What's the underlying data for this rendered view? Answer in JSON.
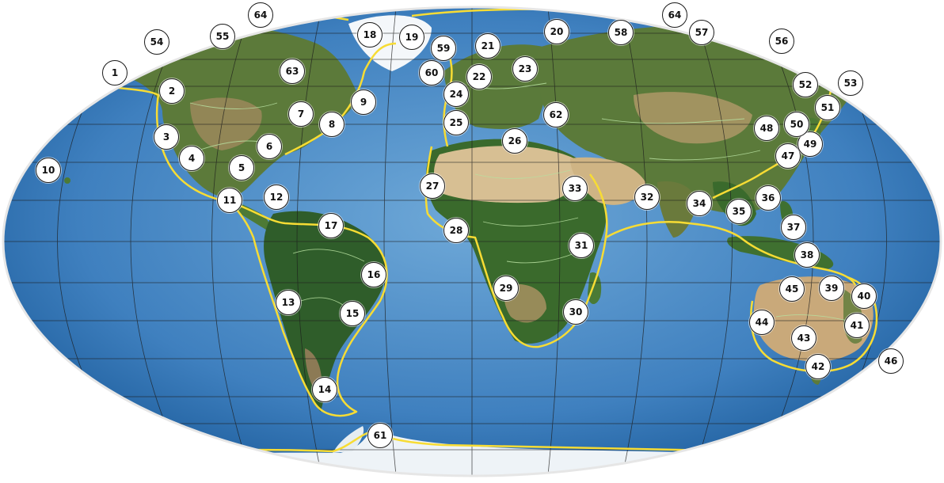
{
  "colors": {
    "ocean_light": "#6fa9d8",
    "ocean_deep": "#1f5f9e",
    "land_green": "#3e6b2e",
    "land_desert": "#c9b084",
    "ice": "#eef3f7",
    "boundary_yellow": "#f7dc34",
    "graticule": "#1c1c1c",
    "marker_fill": "#ffffff",
    "marker_border": "#1a1a1a"
  },
  "markers": [
    {
      "label": "1"
    },
    {
      "label": "2"
    },
    {
      "label": "3"
    },
    {
      "label": "4"
    },
    {
      "label": "5"
    },
    {
      "label": "6"
    },
    {
      "label": "7"
    },
    {
      "label": "8"
    },
    {
      "label": "9"
    },
    {
      "label": "10"
    },
    {
      "label": "11"
    },
    {
      "label": "12"
    },
    {
      "label": "13"
    },
    {
      "label": "14"
    },
    {
      "label": "15"
    },
    {
      "label": "16"
    },
    {
      "label": "17"
    },
    {
      "label": "18"
    },
    {
      "label": "19"
    },
    {
      "label": "20"
    },
    {
      "label": "21"
    },
    {
      "label": "22"
    },
    {
      "label": "23"
    },
    {
      "label": "24"
    },
    {
      "label": "25"
    },
    {
      "label": "26"
    },
    {
      "label": "27"
    },
    {
      "label": "28"
    },
    {
      "label": "29"
    },
    {
      "label": "30"
    },
    {
      "label": "31"
    },
    {
      "label": "32"
    },
    {
      "label": "33"
    },
    {
      "label": "34"
    },
    {
      "label": "35"
    },
    {
      "label": "36"
    },
    {
      "label": "37"
    },
    {
      "label": "38"
    },
    {
      "label": "39"
    },
    {
      "label": "40"
    },
    {
      "label": "41"
    },
    {
      "label": "42"
    },
    {
      "label": "43"
    },
    {
      "label": "44"
    },
    {
      "label": "45"
    },
    {
      "label": "46"
    },
    {
      "label": "47"
    },
    {
      "label": "48"
    },
    {
      "label": "49"
    },
    {
      "label": "50"
    },
    {
      "label": "51"
    },
    {
      "label": "52"
    },
    {
      "label": "53"
    },
    {
      "label": "54"
    },
    {
      "label": "55"
    },
    {
      "label": "56"
    },
    {
      "label": "57"
    },
    {
      "label": "58"
    },
    {
      "label": "59"
    },
    {
      "label": "60"
    },
    {
      "label": "61"
    },
    {
      "label": "62"
    },
    {
      "label": "63"
    },
    {
      "label": "64"
    },
    {
      "label": "64"
    }
  ]
}
